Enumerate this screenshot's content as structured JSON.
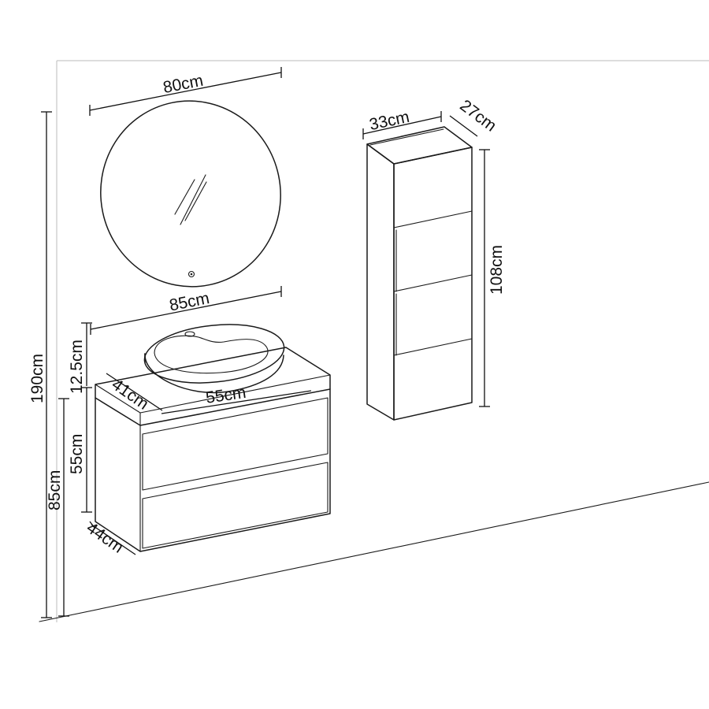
{
  "dimensions": {
    "mirror_width": "80cm",
    "vanity_width": "85cm",
    "basin_width": "55cm",
    "basin_depth": "41cm",
    "basin_height": "12.5cm",
    "cabinet_height": "55cm",
    "cabinet_depth": "44cm",
    "mount_height": "85cm",
    "total_height": "190cm",
    "tall_unit_width": "33cm",
    "tall_unit_depth": "27cm",
    "tall_unit_height": "108cm"
  },
  "colors": {
    "line": "#1a1a1a",
    "background": "#ffffff"
  },
  "icons": {
    "mirror_touch_sensor": "sensor-dot-icon",
    "mirror_reflection": "reflection-lines-icon"
  }
}
